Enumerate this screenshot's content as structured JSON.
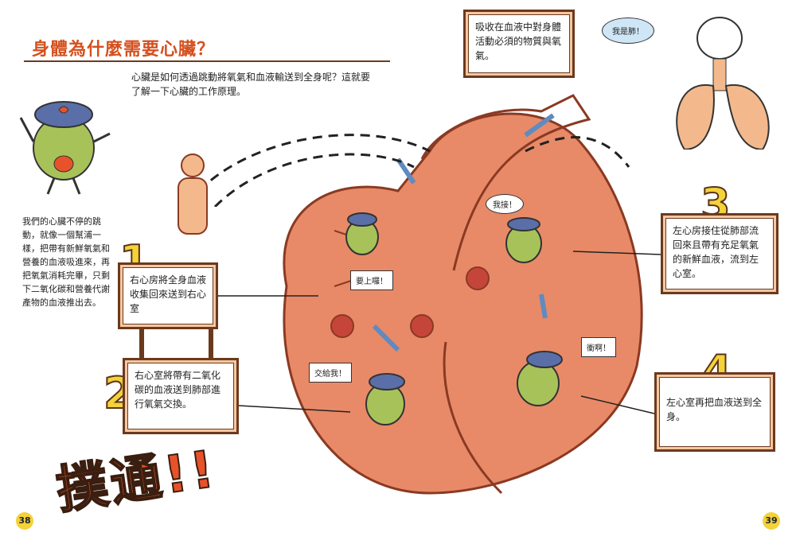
{
  "header": {
    "title": "身體為什麼需要心臟？"
  },
  "intro": {
    "text": "心臟是如何透過跳動將氧氣和血液輸送到全身呢？這就要了解一下心臟的工作原理。"
  },
  "sidebar": {
    "text": "我們的心臟不停的跳動，就像一個幫浦一樣，把帶有新鮮氧氣和營養的血液吸進來，再把氧氣消耗完畢，只剩下二氧化碳和營養代謝產物的血液推出去。"
  },
  "callout_top": {
    "text": "吸收在血液中對身體活動必須的物質與氧氣。"
  },
  "lung": {
    "speech": "我是肺！"
  },
  "steps": [
    {
      "number": "1",
      "text": "右心房將全身血液收集回來送到右心室"
    },
    {
      "number": "2",
      "text": "右心室將帶有二氧化碳的血液送到肺部進行氧氣交換。"
    },
    {
      "number": "3",
      "text": "左心房接住從肺部流回來且帶有充足氧氣的新鮮血液，流到左心室。"
    },
    {
      "number": "4",
      "text": "左心室再把血液送到全身。"
    }
  ],
  "speech": {
    "go_up": "要上囉！",
    "catch": "我接！",
    "give_you": "交給我！",
    "charge": "衝啊！"
  },
  "sfx": {
    "text": "撲通",
    "marks": "!!"
  },
  "page_numbers": {
    "left": "38",
    "right": "39"
  },
  "colors": {
    "heart": "#e88a68",
    "heart_dark": "#8a3a22",
    "accent_title": "#d4501f",
    "sign_bg": "#f6c7a0",
    "number_yellow": "#f3d23a",
    "character_green": "#a8c25a"
  }
}
